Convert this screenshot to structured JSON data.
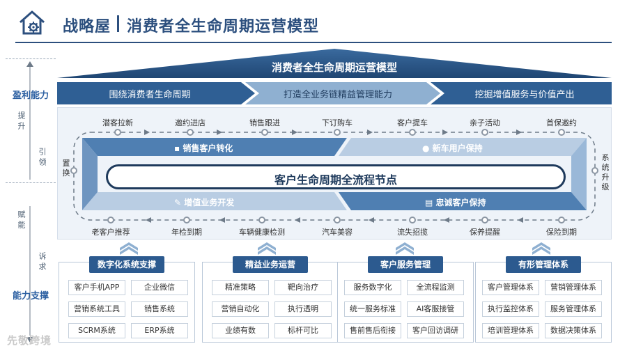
{
  "header": {
    "brand": "战略屋",
    "title": "消费者全生命周期运营模型"
  },
  "left_axis": {
    "top_label": "盈利能力",
    "bottom_label": "能力支撑",
    "upgrade": "提升",
    "guide": "引领",
    "enable": "赋能",
    "demand": "诉求"
  },
  "roof": {
    "title": "消费者全生命周期运营模型"
  },
  "chevrons": [
    "围绕消费者生命周期",
    "打造全业务链精益管理能力",
    "挖掘增值服务与价值产出"
  ],
  "top_nodes": [
    "潜客拉新",
    "邀约进店",
    "销售跟进",
    "下订购车",
    "客户提车",
    "亲子活动",
    "首保邀约"
  ],
  "bottom_nodes": [
    "老客户推荐",
    "年检到期",
    "车辆健康检测",
    "汽车美容",
    "流失招揽",
    "保养提醒",
    "保险到期"
  ],
  "side_left": "置换",
  "side_right": "系统升级",
  "quadrants": {
    "tl": "销售客户转化",
    "tr": "新车用户保持",
    "bl": "增值业务开发",
    "br": "忠诚客户保持"
  },
  "center_pill": "客户生命周期全流程节点",
  "columns": [
    {
      "title": "数字化系统支撑",
      "items": [
        "客户手机APP",
        "企业微信",
        "营销系统工具",
        "销售系统",
        "SCRM系统",
        "ERP系统"
      ]
    },
    {
      "title": "精益业务运营",
      "items": [
        "精准策略",
        "靶向治疗",
        "营销自动化",
        "执行透明",
        "业绩有数",
        "标杆可比"
      ]
    },
    {
      "title": "客户服务管理",
      "items": [
        "服务数字化",
        "全流程监测",
        "统一服务标准",
        "AI客服接管",
        "售前售后衔接",
        "客户回访调研"
      ]
    },
    {
      "title": "有形管理体系",
      "items": [
        "客户管理体系",
        "营销管理体系",
        "执行监控体系",
        "服务管理体系",
        "培训管理体系",
        "数据决策体系"
      ]
    }
  ],
  "watermark": "先敬跨境",
  "colors": {
    "primary": "#2c5a8f",
    "dark": "#1e3a5c",
    "light": "#eef3f9"
  }
}
